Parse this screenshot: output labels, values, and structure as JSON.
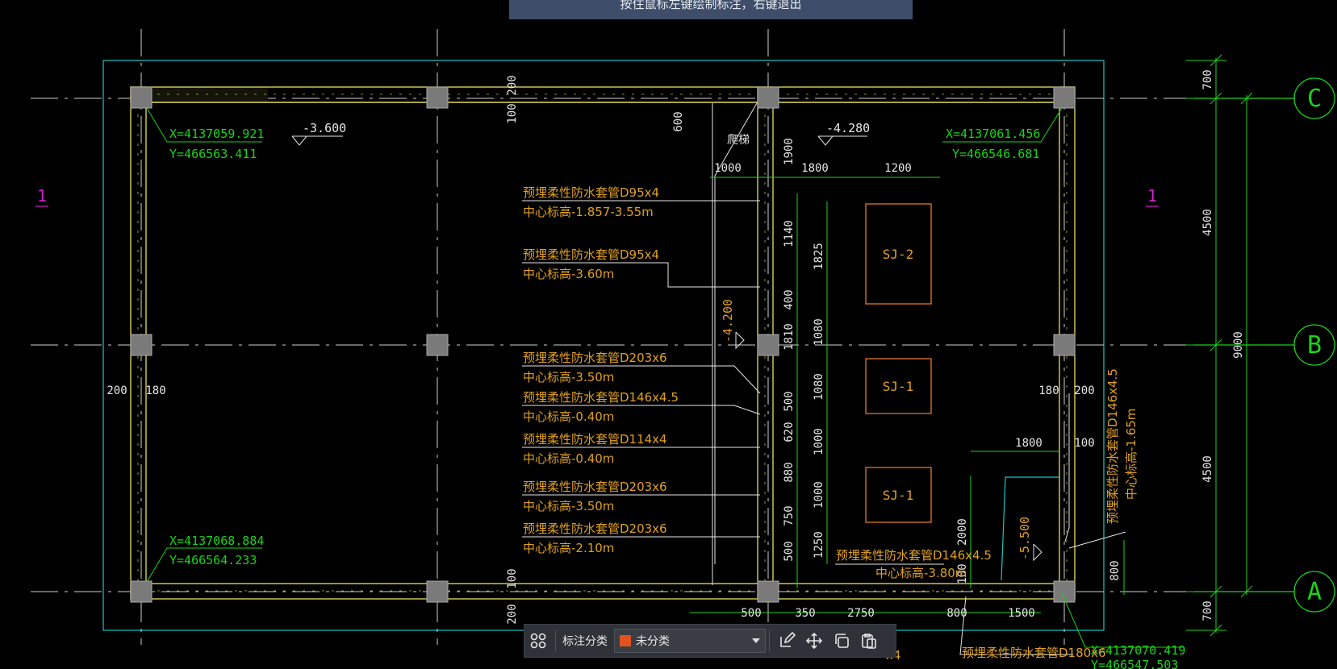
{
  "hint": "按住鼠标左键绘制标注，右键退出",
  "axis_labels": {
    "C": "C",
    "B": "B",
    "A": "A",
    "section_left": "1",
    "section_right": "1"
  },
  "dims_right": {
    "top": "700",
    "mid_top": "4500",
    "total": "9000",
    "mid_bottom": "4500",
    "bottom": "700"
  },
  "coords": {
    "top_left_x": "X=4137059.921",
    "top_left_y": "Y=466563.411",
    "top_right_x": "X=4137061.456",
    "top_right_y": "Y=466546.681",
    "bottom_left_x": "X=4137068.884",
    "bottom_left_y": "Y=466564.233",
    "bottom_right_x": "X=4137070.419",
    "bottom_right_y": "Y=466547.503"
  },
  "levels": {
    "left": "-3.600",
    "right": "-4.280",
    "vertical": "-4.200",
    "pit": "-5.500"
  },
  "dims": {
    "d200_top": "200",
    "d100_top": "100",
    "d600": "600",
    "ladder": "爬梯",
    "d1000": "1000",
    "d1800a": "1800",
    "d1200": "1200",
    "d1900": "1900",
    "d1140": "1140",
    "d1825": "1825",
    "d400": "400",
    "d1810": "1810",
    "d1080a": "1080",
    "d1080b": "1080",
    "d500": "500",
    "d620": "620",
    "d1000b": "1000",
    "d880": "880",
    "d1000c": "1000",
    "d750": "750",
    "d1250": "1250",
    "d500b": "500",
    "d200L": "200",
    "d180L": "180",
    "d180R": "180",
    "d200R": "200",
    "d1800b": "1800",
    "d100R": "100",
    "d2000": "2000",
    "d100b": "100",
    "d800v": "800",
    "d100_bot": "100",
    "d200_bot": "200",
    "b500": "500",
    "b350": "350",
    "b2750": "2750",
    "b800": "800",
    "b1500": "1500"
  },
  "pipes": [
    {
      "name": "预埋柔性防水套管D95x4",
      "elev": "中心标高-1.857-3.55m"
    },
    {
      "name": "预埋柔性防水套管D95x4",
      "elev": "中心标高-3.60m"
    },
    {
      "name": "预埋柔性防水套管D203x6",
      "elev": "中心标高-3.50m"
    },
    {
      "name": "预埋柔性防水套管D146x4.5",
      "elev": "中心标高-0.40m"
    },
    {
      "name": "预埋柔性防水套管D114x4",
      "elev": "中心标高-0.40m"
    },
    {
      "name": "预埋柔性防水套管D203x6",
      "elev": "中心标高-3.50m"
    },
    {
      "name": "预埋柔性防水套管D203x6",
      "elev": "中心标高-2.10m"
    }
  ],
  "pipe_bottom": {
    "name": "预埋柔性防水套管D146x4.5",
    "elev": "中心标高-3.80m"
  },
  "pipe_right_v": {
    "name": "预埋柔性防水套管D146x4.5",
    "elev": "中心标高-1.65m"
  },
  "pipe_bottom2": {
    "name": "预埋柔性防水套管D180x6",
    "partial": "x4"
  },
  "pits": {
    "sj2": "SJ-2",
    "sj1a": "SJ-1",
    "sj1b": "SJ-1"
  },
  "toolbar": {
    "label": "标注分类",
    "category": "未分类",
    "swatch_color": "#e0531c"
  }
}
